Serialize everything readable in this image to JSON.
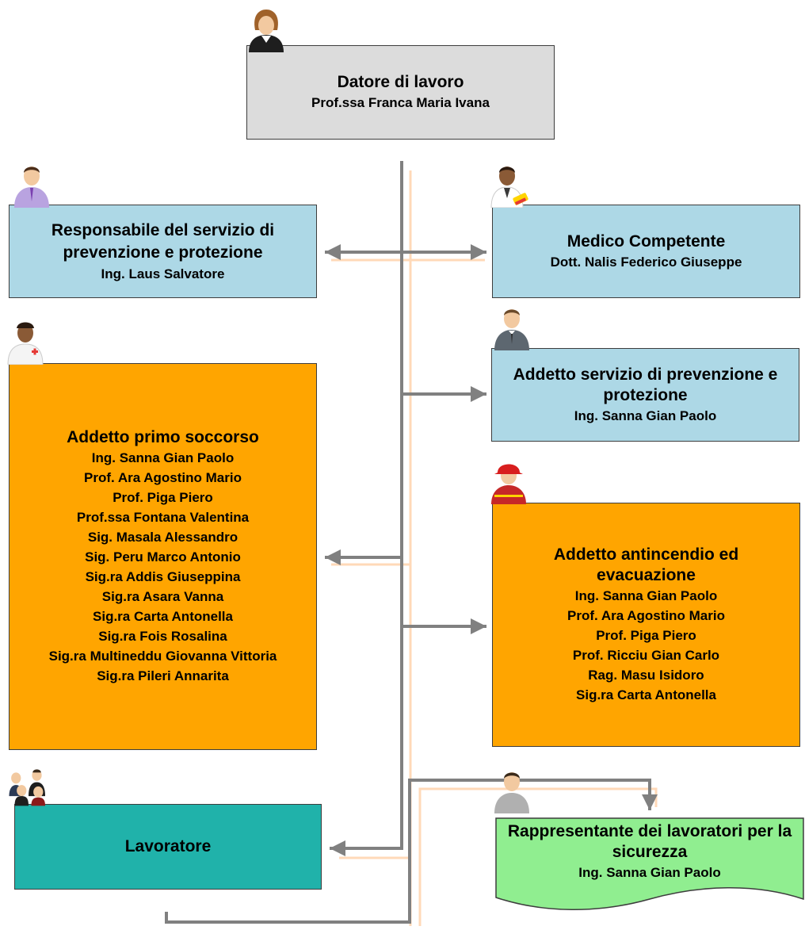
{
  "colors": {
    "gray_box": "#dcdcdc",
    "blue_box": "#add8e6",
    "orange_box": "#ffa500",
    "teal_box": "#20b2aa",
    "green_box": "#90ee90",
    "connector": "#808080",
    "connector_shadow": "#ffd9b8"
  },
  "icons": [
    "woman-avatar-icon",
    "businessman-avatar-icon",
    "doctor-avatar-icon",
    "nurse-avatar-icon",
    "manager-avatar-icon",
    "firefighter-avatar-icon",
    "group-avatar-icon",
    "person-avatar-icon"
  ],
  "nodes": {
    "datore": {
      "title": "Datore di lavoro",
      "lines": [
        "Prof.ssa Franca Maria Ivana"
      ]
    },
    "rspp": {
      "title": "Responsabile del servizio di prevenzione e protezione",
      "lines": [
        "Ing. Laus Salvatore"
      ]
    },
    "medico": {
      "title": "Medico Competente",
      "lines": [
        "Dott. Nalis Federico Giuseppe"
      ]
    },
    "aspp": {
      "title": "Addetto servizio di prevenzione e protezione",
      "lines": [
        "Ing. Sanna Gian Paolo"
      ]
    },
    "primo_soccorso": {
      "title": "Addetto primo soccorso",
      "lines": [
        "Ing. Sanna Gian Paolo",
        "Prof. Ara Agostino Mario",
        "Prof. Piga Piero",
        "Prof.ssa Fontana Valentina",
        "Sig. Masala Alessandro",
        "Sig. Peru Marco Antonio",
        "Sig.ra Addis Giuseppina",
        "Sig.ra Asara Vanna",
        "Sig.ra Carta Antonella",
        "Sig.ra Fois Rosalina",
        "Sig.ra Multineddu Giovanna Vittoria",
        "Sig.ra Pileri Annarita"
      ]
    },
    "antincendio": {
      "title": "Addetto antincendio ed evacuazione",
      "lines": [
        "Ing. Sanna Gian Paolo",
        "Prof. Ara Agostino Mario",
        "Prof. Piga Piero",
        "Prof. Ricciu Gian Carlo",
        "Rag. Masu Isidoro",
        "Sig.ra Carta Antonella"
      ]
    },
    "lavoratore": {
      "title": "Lavoratore",
      "lines": []
    },
    "rls": {
      "title": "Rappresentante dei lavoratori per la sicurezza",
      "lines": [
        "Ing. Sanna Gian Paolo"
      ]
    }
  }
}
